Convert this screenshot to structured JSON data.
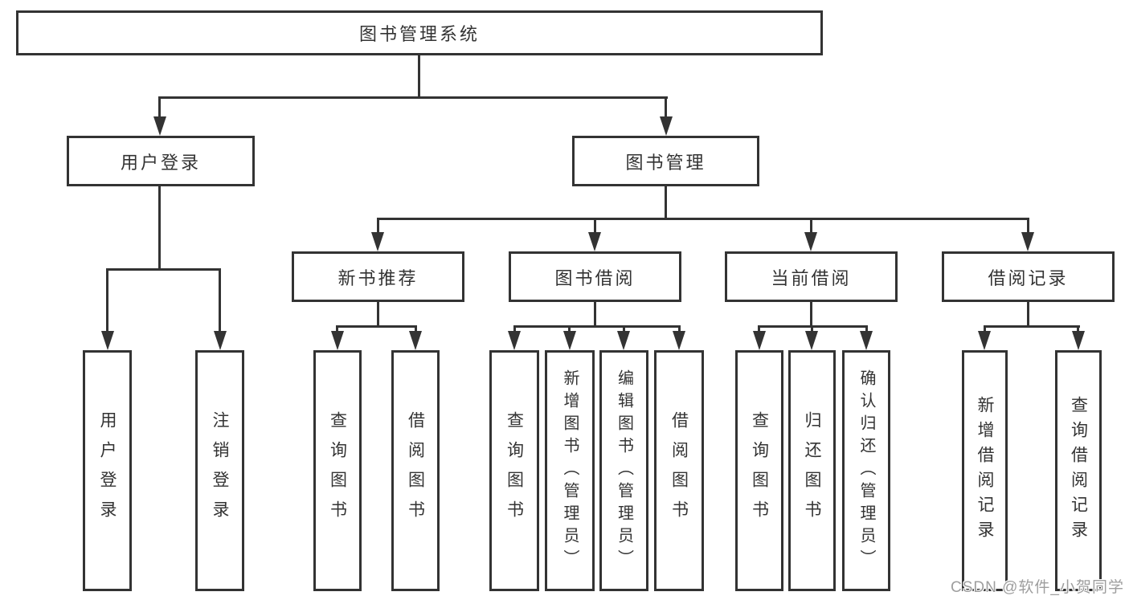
{
  "tree": {
    "root": "图书管理系统",
    "level2": [
      {
        "label": "用户登录",
        "children": [
          "用户登录",
          "注销登录"
        ]
      },
      {
        "label": "图书管理"
      }
    ],
    "level3": [
      {
        "label": "新书推荐",
        "children": [
          "查询图书",
          "借阅图书"
        ]
      },
      {
        "label": "图书借阅",
        "children": [
          "查询图书",
          "新增图书（管理员）",
          "编辑图书（管理员）",
          "借阅图书"
        ]
      },
      {
        "label": "当前借阅",
        "children": [
          "查询图书",
          "归还图书",
          "确认归还（管理员）"
        ]
      },
      {
        "label": "借阅记录",
        "children": [
          "新增借阅记录",
          "查询借阅记录"
        ]
      }
    ]
  },
  "watermark": {
    "text": "CSDN @软件_小贺同学"
  },
  "colors": {
    "line": "#333333",
    "box_border": "#333333",
    "background": "#ffffff",
    "text": "#333333",
    "watermark": "#9e9e9e"
  }
}
